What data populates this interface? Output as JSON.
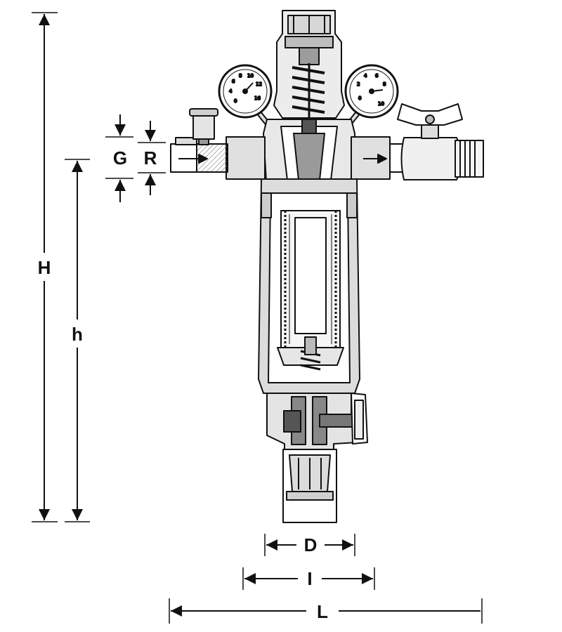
{
  "dimensions": {
    "H": "H",
    "h": "h",
    "G": "G",
    "R": "R",
    "D": "D",
    "I": "I",
    "L": "L"
  },
  "gauges": {
    "left_ticks": [
      "0",
      "4",
      "6",
      "8",
      "10",
      "12",
      "16"
    ],
    "right_ticks": [
      "0",
      "2",
      "4",
      "6",
      "8",
      "10"
    ]
  },
  "colors": {
    "line": "#111111",
    "fill_light": "#f2f2f2",
    "fill_mid": "#cfcfcf",
    "fill_dark": "#8a8a8a"
  }
}
